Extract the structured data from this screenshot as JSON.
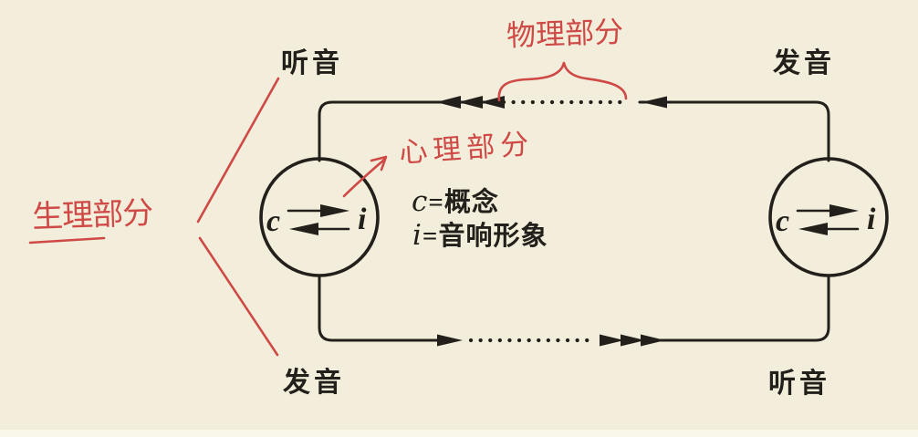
{
  "colors": {
    "background": "#f2eedb",
    "ink": "#23201b",
    "red": "#cf4946"
  },
  "labels": {
    "top_left": "听音",
    "top_right": "发音",
    "bottom_left": "发音",
    "bottom_right": "听音"
  },
  "circuit": {
    "left_circle": {
      "concept_symbol": "c",
      "image_symbol": "i"
    },
    "right_circle": {
      "concept_symbol": "c",
      "image_symbol": "i"
    }
  },
  "legend": {
    "concept_symbol": "c",
    "concept_definition": "=概念",
    "image_symbol": "i",
    "image_definition": "=音响形象"
  },
  "annotations": {
    "physical_part": "物理部分",
    "psychological_part": "心理部分",
    "physiological_part": "生理部分"
  }
}
